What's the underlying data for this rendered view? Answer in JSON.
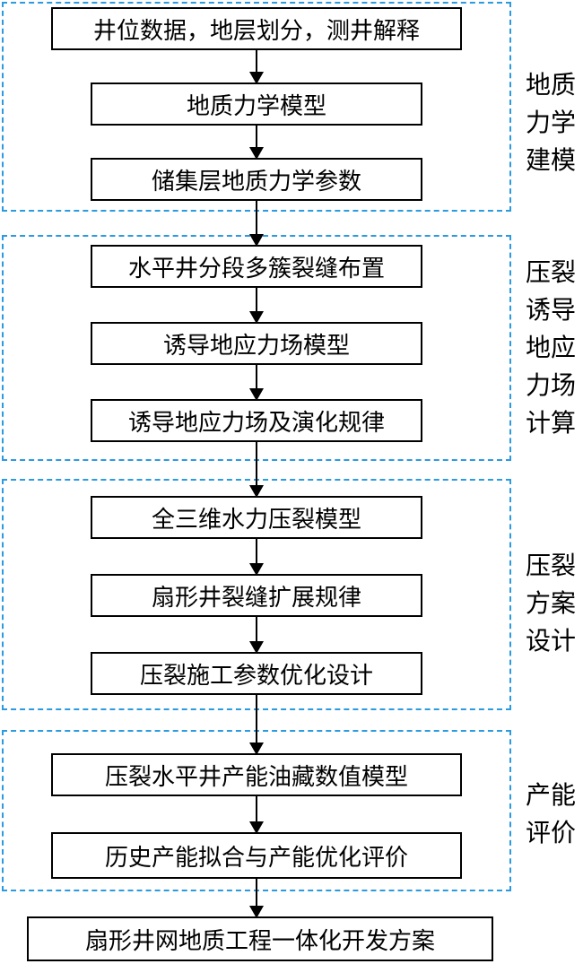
{
  "sections": [
    {
      "label": "地质\n力学\n建模",
      "steps": [
        "井位数据，地层划分，测井解释",
        "地质力学模型",
        "储集层地质力学参数"
      ]
    },
    {
      "label": "压裂\n诱导\n地应\n力场\n计算",
      "steps": [
        "水平井分段多簇裂缝布置",
        "诱导地应力场模型",
        "诱导地应力场及演化规律"
      ]
    },
    {
      "label": "压裂\n方案\n设计",
      "steps": [
        "全三维水力压裂模型",
        "扇形井裂缝扩展规律",
        "压裂施工参数优化设计"
      ]
    },
    {
      "label": "产能\n评价",
      "steps": [
        "压裂水平井产能油藏数值模型",
        "历史产能拟合与产能优化评价"
      ]
    }
  ],
  "final_step": "扇形井网地质工程一体化开发方案"
}
